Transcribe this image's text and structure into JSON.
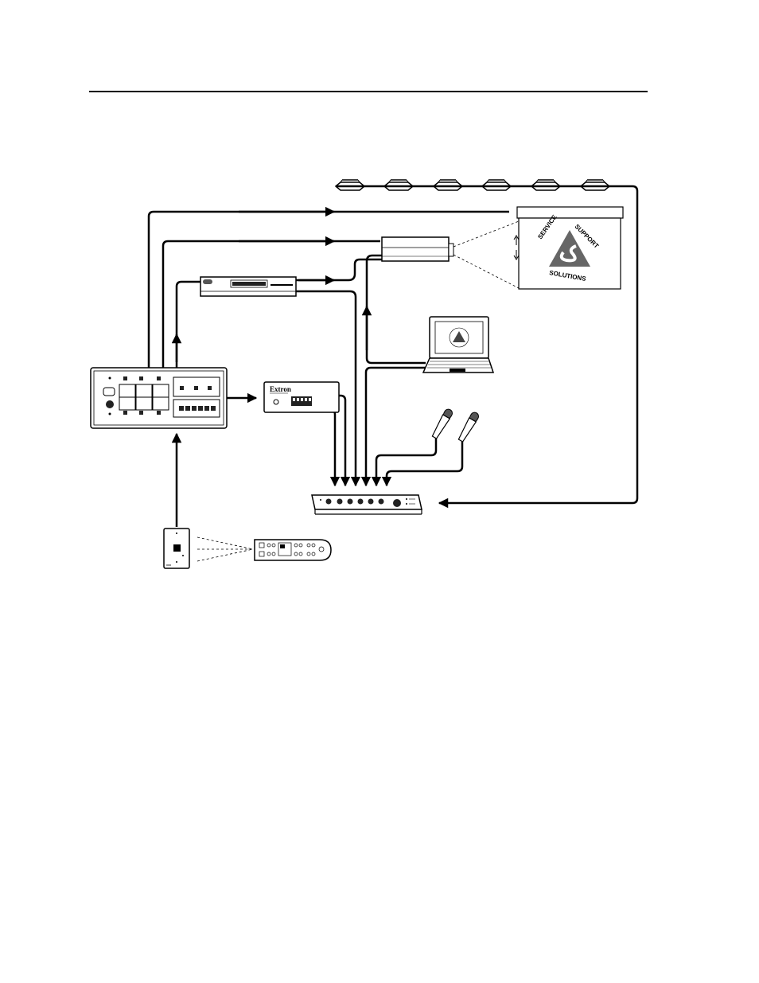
{
  "diagram": {
    "brand_label": "Extron",
    "screen_logo": {
      "word_top": "SERVICE",
      "word_right": "SUPPORT",
      "word_bottom": "SOLUTIONS"
    },
    "icons": {
      "speaker": "ceiling-speaker-icon",
      "screen": "projection-screen-icon",
      "projector": "projector-icon",
      "vcr": "vcr-icon",
      "laptop": "laptop-icon",
      "control_panel": "control-panel-icon",
      "interface": "extron-interface-icon",
      "microphone": "microphone-icon",
      "mixer": "audio-mixer-icon",
      "ir_receiver": "ir-receiver-wallplate-icon",
      "remote": "ir-remote-icon"
    },
    "colors": {
      "line": "#000000",
      "background": "#ffffff"
    }
  }
}
